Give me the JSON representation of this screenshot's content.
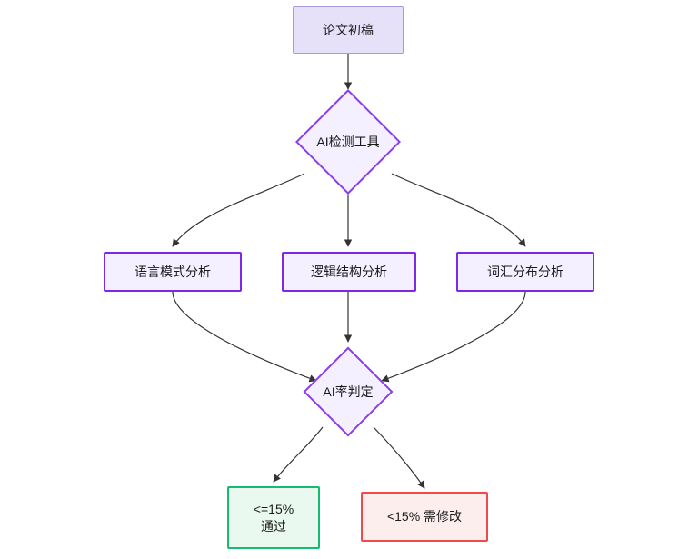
{
  "diagram": {
    "type": "flowchart",
    "title": "",
    "direction": "top-down",
    "background_color": "#ffffff",
    "colors": {
      "start_fill": "#e6e1f9",
      "start_stroke": "#a99ae0",
      "process_fill": "#f4f0ff",
      "process_stroke": "#7c2ae8",
      "decision_fill": "#f4f0ff",
      "decision_stroke": "#8b3fe8",
      "pass_fill": "#eaf9f0",
      "pass_stroke": "#12bd72",
      "fail_fill": "#fdeeee",
      "fail_stroke": "#f04a4a",
      "edge_stroke": "#333333",
      "text": "#1a1a1a"
    },
    "nodes": [
      {
        "id": "start",
        "label": "论文初稿",
        "shape": "rectangle"
      },
      {
        "id": "detect",
        "label": "AI检测工具",
        "shape": "diamond"
      },
      {
        "id": "lang",
        "label": "语言模式分析",
        "shape": "rectangle"
      },
      {
        "id": "logic",
        "label": "逻辑结构分析",
        "shape": "rectangle"
      },
      {
        "id": "vocab",
        "label": "词汇分布分析",
        "shape": "rectangle"
      },
      {
        "id": "judge",
        "label": "AI率判定",
        "shape": "diamond"
      },
      {
        "id": "pass",
        "label": "<=15%\n通过",
        "shape": "rectangle"
      },
      {
        "id": "fail",
        "label": "<15% 需修改",
        "shape": "rectangle"
      }
    ],
    "edges": [
      {
        "from": "start",
        "to": "detect",
        "label": ""
      },
      {
        "from": "detect",
        "to": "lang",
        "label": ""
      },
      {
        "from": "detect",
        "to": "logic",
        "label": ""
      },
      {
        "from": "detect",
        "to": "vocab",
        "label": ""
      },
      {
        "from": "lang",
        "to": "judge",
        "label": ""
      },
      {
        "from": "logic",
        "to": "judge",
        "label": ""
      },
      {
        "from": "vocab",
        "to": "judge",
        "label": ""
      },
      {
        "from": "judge",
        "to": "pass",
        "label": ""
      },
      {
        "from": "judge",
        "to": "fail",
        "label": ""
      }
    ]
  }
}
